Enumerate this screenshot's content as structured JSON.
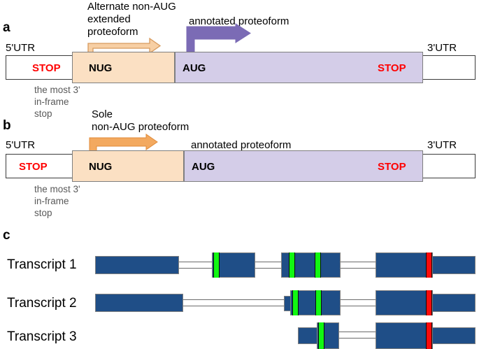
{
  "figure": {
    "panels": [
      {
        "letter": "a",
        "labels": {
          "five_utr": "5'UTR",
          "three_utr": "3'UTR",
          "left_stop": "STOP",
          "nug": "NUG",
          "aug": "AUG",
          "right_stop": "STOP",
          "orange_arrow_text_line1": "Alternate non-AUG",
          "orange_arrow_text_line2": "extended",
          "orange_arrow_text_line3": "proteoform",
          "purple_arrow_text": "annotated proteoform",
          "note_line1": "the most 3'",
          "note_line2": "in-frame",
          "note_line3": "stop"
        }
      },
      {
        "letter": "b",
        "labels": {
          "five_utr": "5'UTR",
          "three_utr": "3'UTR",
          "left_stop": "STOP",
          "nug": "NUG",
          "aug": "AUG",
          "right_stop": "STOP",
          "orange_arrow_text_line1": "Sole",
          "orange_arrow_text_line2": "non-AUG proteoform",
          "annotated_text": "annotated proteoform",
          "note_line1": "the most 3'",
          "note_line2": "in-frame",
          "note_line3": "stop"
        }
      },
      {
        "letter": "c",
        "transcripts": [
          {
            "name": "Transcript 1"
          },
          {
            "name": "Transcript 2"
          },
          {
            "name": "Transcript 3"
          }
        ]
      }
    ]
  },
  "colors": {
    "nug_fill": "#fbe0c3",
    "aug_fill": "#d4cde8",
    "orange_arrow": "#f0a860",
    "orange_arrow_light": "#f7cfa4",
    "purple_arrow": "#7b6bb5",
    "stop_text": "#ff0000",
    "exon_blue": "#1f4e87",
    "start_marker_green": "#12f712",
    "stop_marker_red": "#fb0b0b",
    "note_grey": "#595959"
  }
}
